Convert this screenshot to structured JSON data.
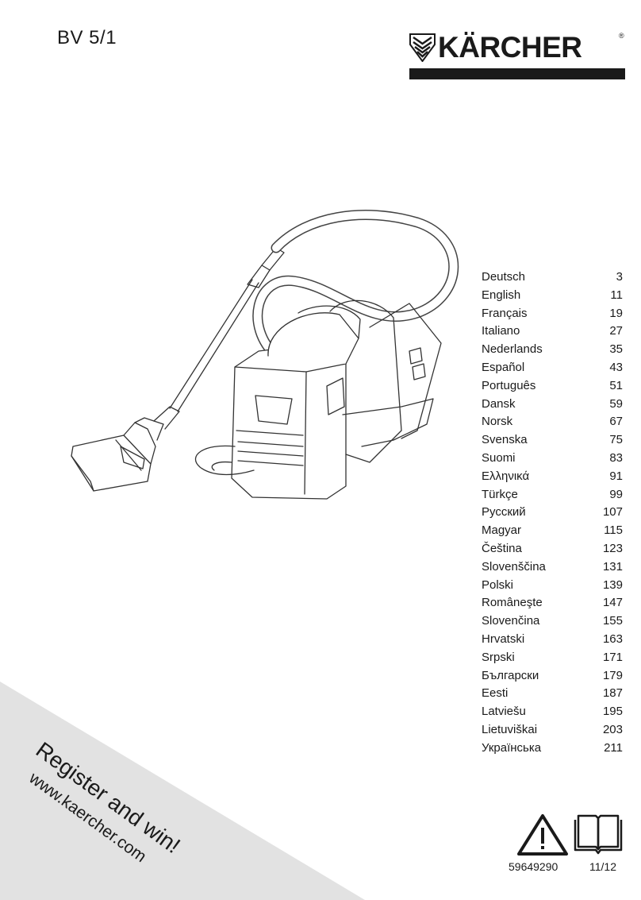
{
  "cover": {
    "model": "BV 5/1",
    "brand": "KÄRCHER",
    "reg_mark": "®"
  },
  "languages": [
    {
      "name": "Deutsch",
      "page": "3"
    },
    {
      "name": "English",
      "page": "11"
    },
    {
      "name": "Français",
      "page": "19"
    },
    {
      "name": "Italiano",
      "page": "27"
    },
    {
      "name": "Nederlands",
      "page": "35"
    },
    {
      "name": "Español",
      "page": "43"
    },
    {
      "name": "Português",
      "page": "51"
    },
    {
      "name": "Dansk",
      "page": "59"
    },
    {
      "name": "Norsk",
      "page": "67"
    },
    {
      "name": "Svenska",
      "page": "75"
    },
    {
      "name": "Suomi",
      "page": "83"
    },
    {
      "name": "Ελληνικά",
      "page": "91"
    },
    {
      "name": "Türkçe",
      "page": "99"
    },
    {
      "name": "Русский",
      "page": "107"
    },
    {
      "name": "Magyar",
      "page": "115"
    },
    {
      "name": "Čeština",
      "page": "123"
    },
    {
      "name": "Slovenščina",
      "page": "131"
    },
    {
      "name": "Polski",
      "page": "139"
    },
    {
      "name": "Româneşte",
      "page": "147"
    },
    {
      "name": "Slovenčina",
      "page": "155"
    },
    {
      "name": "Hrvatski",
      "page": "163"
    },
    {
      "name": "Srpski",
      "page": "171"
    },
    {
      "name": "Български",
      "page": "179"
    },
    {
      "name": "Eesti",
      "page": "187"
    },
    {
      "name": "Latviešu",
      "page": "195"
    },
    {
      "name": "Lietuviškai",
      "page": "203"
    },
    {
      "name": "Українська",
      "page": "211"
    }
  ],
  "promo": {
    "headline": "Register and win!",
    "url": "www.kaercher.com"
  },
  "footer": {
    "doc_number": "59649290",
    "date": "11/12"
  },
  "icons": [
    "karcher-logo-icon",
    "warning-triangle-icon",
    "open-book-icon"
  ],
  "colors": {
    "brand_black": "#1a1a1a",
    "corner_gray": "#e2e2e2"
  }
}
